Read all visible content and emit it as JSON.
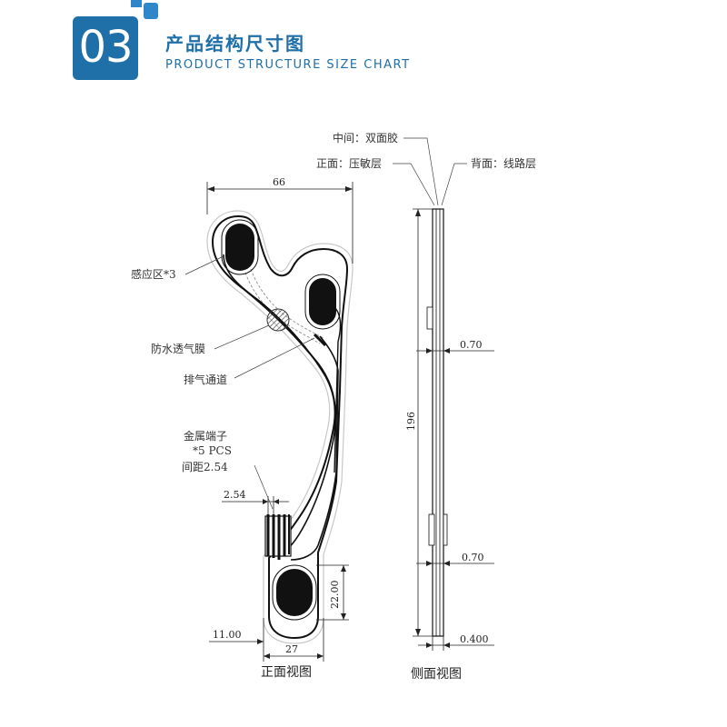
{
  "header": {
    "badge_number": "03",
    "title_cn": "产品结构尺寸图",
    "title_en": "PRODUCT STRUCTURE SIZE CHART",
    "accent_color": "#1f6fa8"
  },
  "front_view": {
    "caption": "正面视图",
    "dim_width": "66",
    "dim_pitch": "2.54",
    "dim_offset": "11.00",
    "dim_bottom": "27",
    "dim_sensor": "22.00",
    "labels": {
      "sensing_area": "感应区*3",
      "membrane": "防水透气膜",
      "vent_channel": "排气通道",
      "terminal_line1": "金属端子",
      "terminal_line2": "*5 PCS",
      "terminal_line3": "间距2.54"
    }
  },
  "side_view": {
    "caption": "侧面视图",
    "dim_length": "196",
    "dim_thk_upper": "0.70",
    "dim_thk_lower": "0.70",
    "dim_thk_total": "0.400",
    "labels": {
      "middle": "中间：双面胶",
      "front": "正面：压敏层",
      "back": "背面：线路层"
    }
  }
}
